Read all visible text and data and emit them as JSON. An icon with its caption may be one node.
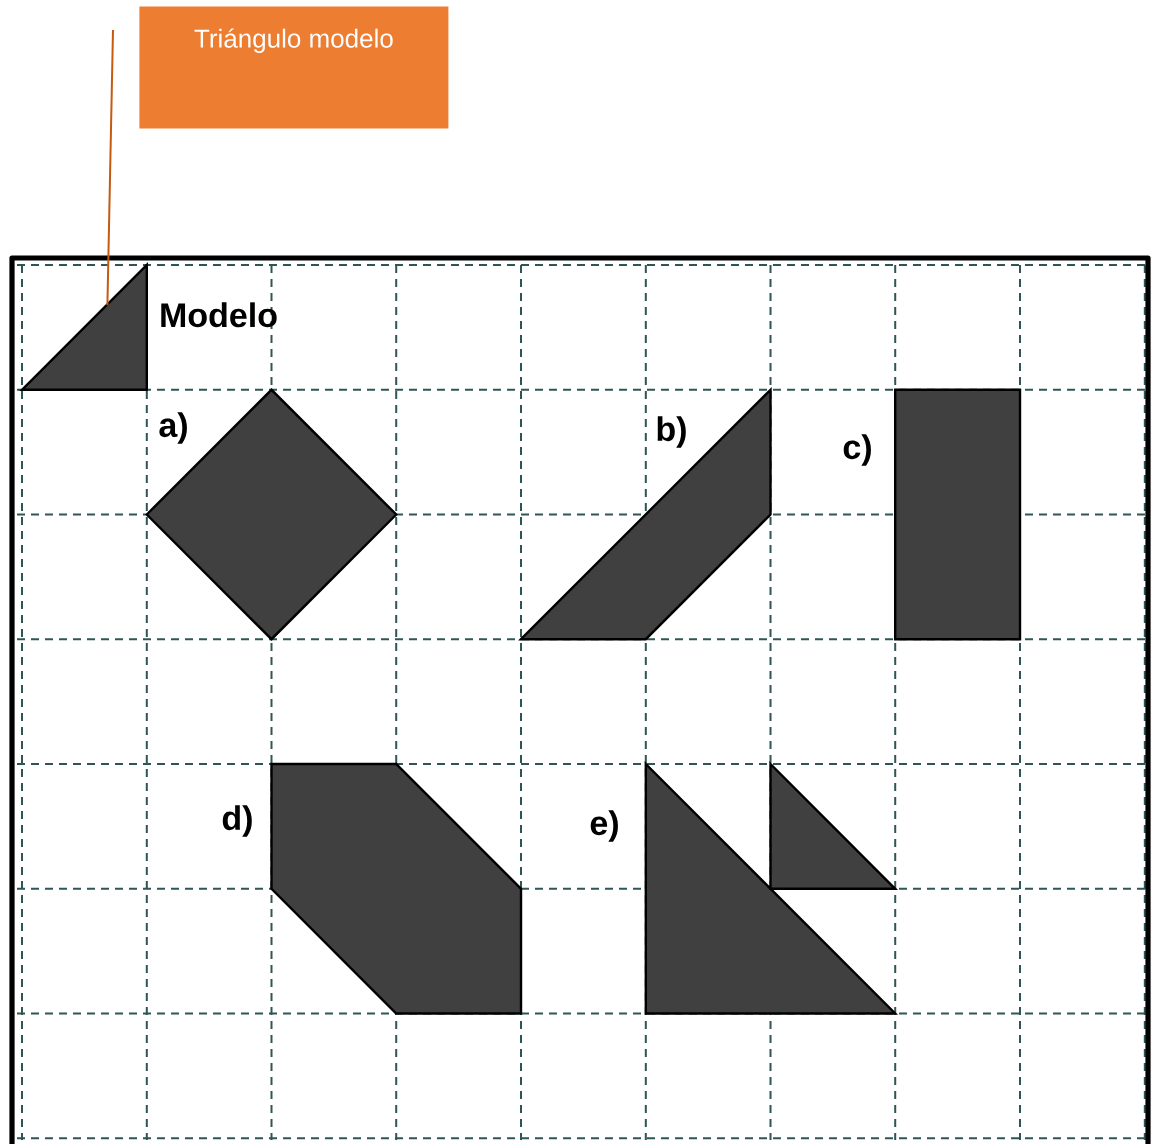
{
  "diagram": {
    "nodes": [
      {
        "text": [
          "Triángulo modelo"
        ]
      },
      {
        "text": [],
        "shape": "triangle",
        "beside": [
          "Modelo"
        ]
      }
    ],
    "edges": [
      {
        "from": 0,
        "to": 1,
        "arrow": "none",
        "color": "#c55a11"
      }
    ],
    "labels": [
      "a)",
      "b)",
      "c)",
      "d)",
      "e)"
    ]
  }
}
